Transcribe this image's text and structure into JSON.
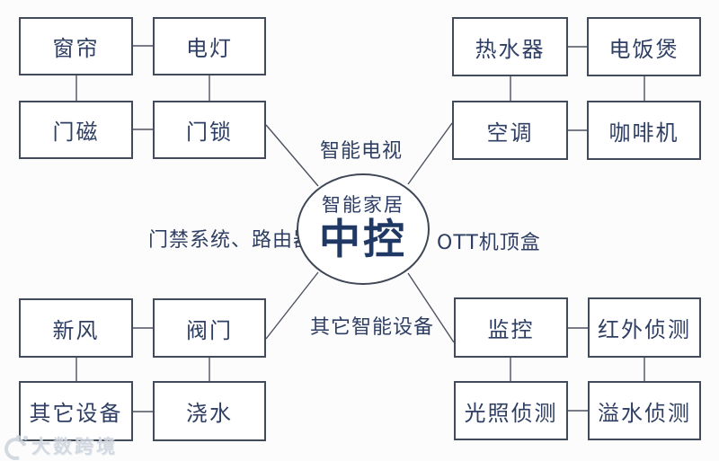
{
  "diagram": {
    "center": {
      "title": "智能家居",
      "subtitle": "中控"
    },
    "nodes": {
      "curtain": "窗帘",
      "light": "电灯",
      "door_magnet": "门磁",
      "door_lock": "门锁",
      "water_heater": "热水器",
      "rice_cooker": "电饭煲",
      "air_conditioner": "空调",
      "coffee_machine": "咖啡机",
      "fresh_air": "新风",
      "valve": "阀门",
      "other_devices": "其它设备",
      "watering": "浇水",
      "monitoring": "监控",
      "infrared_detection": "红外侦测",
      "light_detection": "光照侦测",
      "overflow_detection": "溢水侦测"
    },
    "edge_labels": {
      "smart_tv": "智能电视",
      "access_router": "门禁系统、路由器",
      "ott_box": "OTT机顶盒",
      "other_smart_devices": "其它智能设备"
    },
    "groups": {
      "top_left": [
        "窗帘",
        "电灯",
        "门磁",
        "门锁"
      ],
      "top_right": [
        "热水器",
        "电饭煲",
        "空调",
        "咖啡机"
      ],
      "bottom_left": [
        "新风",
        "阀门",
        "其它设备",
        "浇水"
      ],
      "bottom_right": [
        "监控",
        "红外侦测",
        "光照侦测",
        "溢水侦测"
      ]
    },
    "colors": {
      "node_border": "#414b5c",
      "node_text": "#2e3f63",
      "hub_accent": "#1f3864",
      "connector_line": "#4c5260",
      "background": "#fcfcfc",
      "watermark": "#ccd4dd"
    }
  },
  "watermark": {
    "text": "大数跨境"
  }
}
